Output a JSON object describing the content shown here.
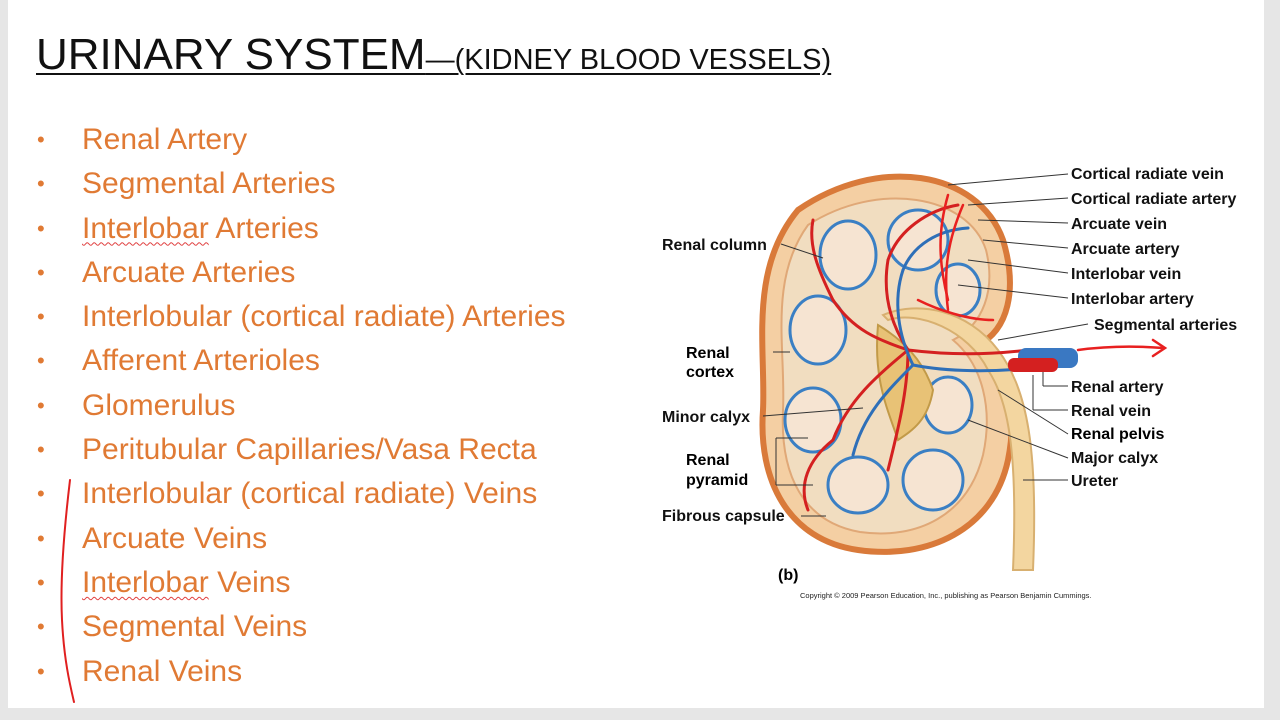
{
  "title": {
    "main": "URINARY SYSTEM",
    "sub": "—(KIDNEY BLOOD VESSELS)"
  },
  "bullets": [
    {
      "head": "Renal Artery",
      "tail": ""
    },
    {
      "head": "Segmental Arteries",
      "tail": ""
    },
    {
      "head": "Interlobar",
      "tail": " Arteries"
    },
    {
      "head": "Arcuate Arteries",
      "tail": ""
    },
    {
      "head": "Interlobular (cortical radiate) Arteries",
      "tail": ""
    },
    {
      "head": "Afferent Arterioles",
      "tail": ""
    },
    {
      "head": "Glomerulus",
      "tail": ""
    },
    {
      "head": "Peritubular Capillaries/Vasa Recta",
      "tail": ""
    },
    {
      "head": "Interlobular (cortical radiate) Veins",
      "tail": ""
    },
    {
      "head": "Arcuate Veins",
      "tail": ""
    },
    {
      "head": "Interlobar",
      "tail": " Veins"
    },
    {
      "head": "Segmental Veins",
      "tail": ""
    },
    {
      "head": "Renal Veins",
      "tail": ""
    }
  ],
  "diagram": {
    "labels_right": {
      "cortical_radiate_vein": "Cortical radiate vein",
      "cortical_radiate_artery": "Cortical radiate artery",
      "arcuate_vein": "Arcuate vein",
      "arcuate_artery": "Arcuate artery",
      "interlobar_vein": "Interlobar vein",
      "interlobar_artery": "Interlobar artery",
      "segmental_arteries": "Segmental arteries",
      "renal_artery": "Renal artery",
      "renal_vein": "Renal vein",
      "renal_pelvis": "Renal pelvis",
      "major_calyx": "Major calyx",
      "ureter": "Ureter"
    },
    "labels_left": {
      "renal_column": "Renal column",
      "renal_cortex_1": "Renal",
      "renal_cortex_2": "cortex",
      "minor_calyx": "Minor calyx",
      "renal_pyramid_1": "Renal",
      "renal_pyramid_2": "pyramid",
      "fibrous_capsule": "Fibrous capsule"
    },
    "panel_letter": "(b)",
    "copyright": "Copyright © 2009 Pearson Education, Inc., publishing as Pearson Benjamin Cummings."
  },
  "colors": {
    "bullet_text": "#e07a34",
    "annotation_red": "#e02020",
    "artery_red": "#d42020",
    "vein_blue": "#2e6fb8"
  }
}
